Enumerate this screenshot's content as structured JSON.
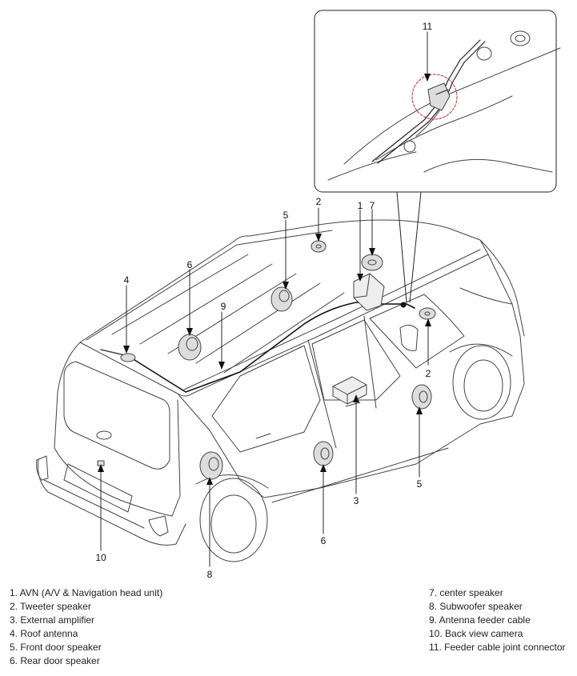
{
  "callouts": {
    "c1": "1",
    "c2_top": "2",
    "c2_right": "2",
    "c3": "3",
    "c4": "4",
    "c5_top": "5",
    "c5_right": "5",
    "c6_top": "6",
    "c6_bottom": "6",
    "c7": "7",
    "c8": "8",
    "c9": "9",
    "c10": "10",
    "c11": "11"
  },
  "legend": {
    "left": [
      "1. AVN (A/V & Navigation head unit)",
      "2. Tweeter speaker",
      "3. External amplifier",
      "4. Roof antenna",
      "5. Front door speaker",
      "6. Rear door speaker"
    ],
    "right": [
      "7. center speaker",
      "8. Subwoofer speaker",
      "9. Antenna feeder cable",
      "10. Back view camera",
      "11. Feeder cable joint connector"
    ]
  }
}
